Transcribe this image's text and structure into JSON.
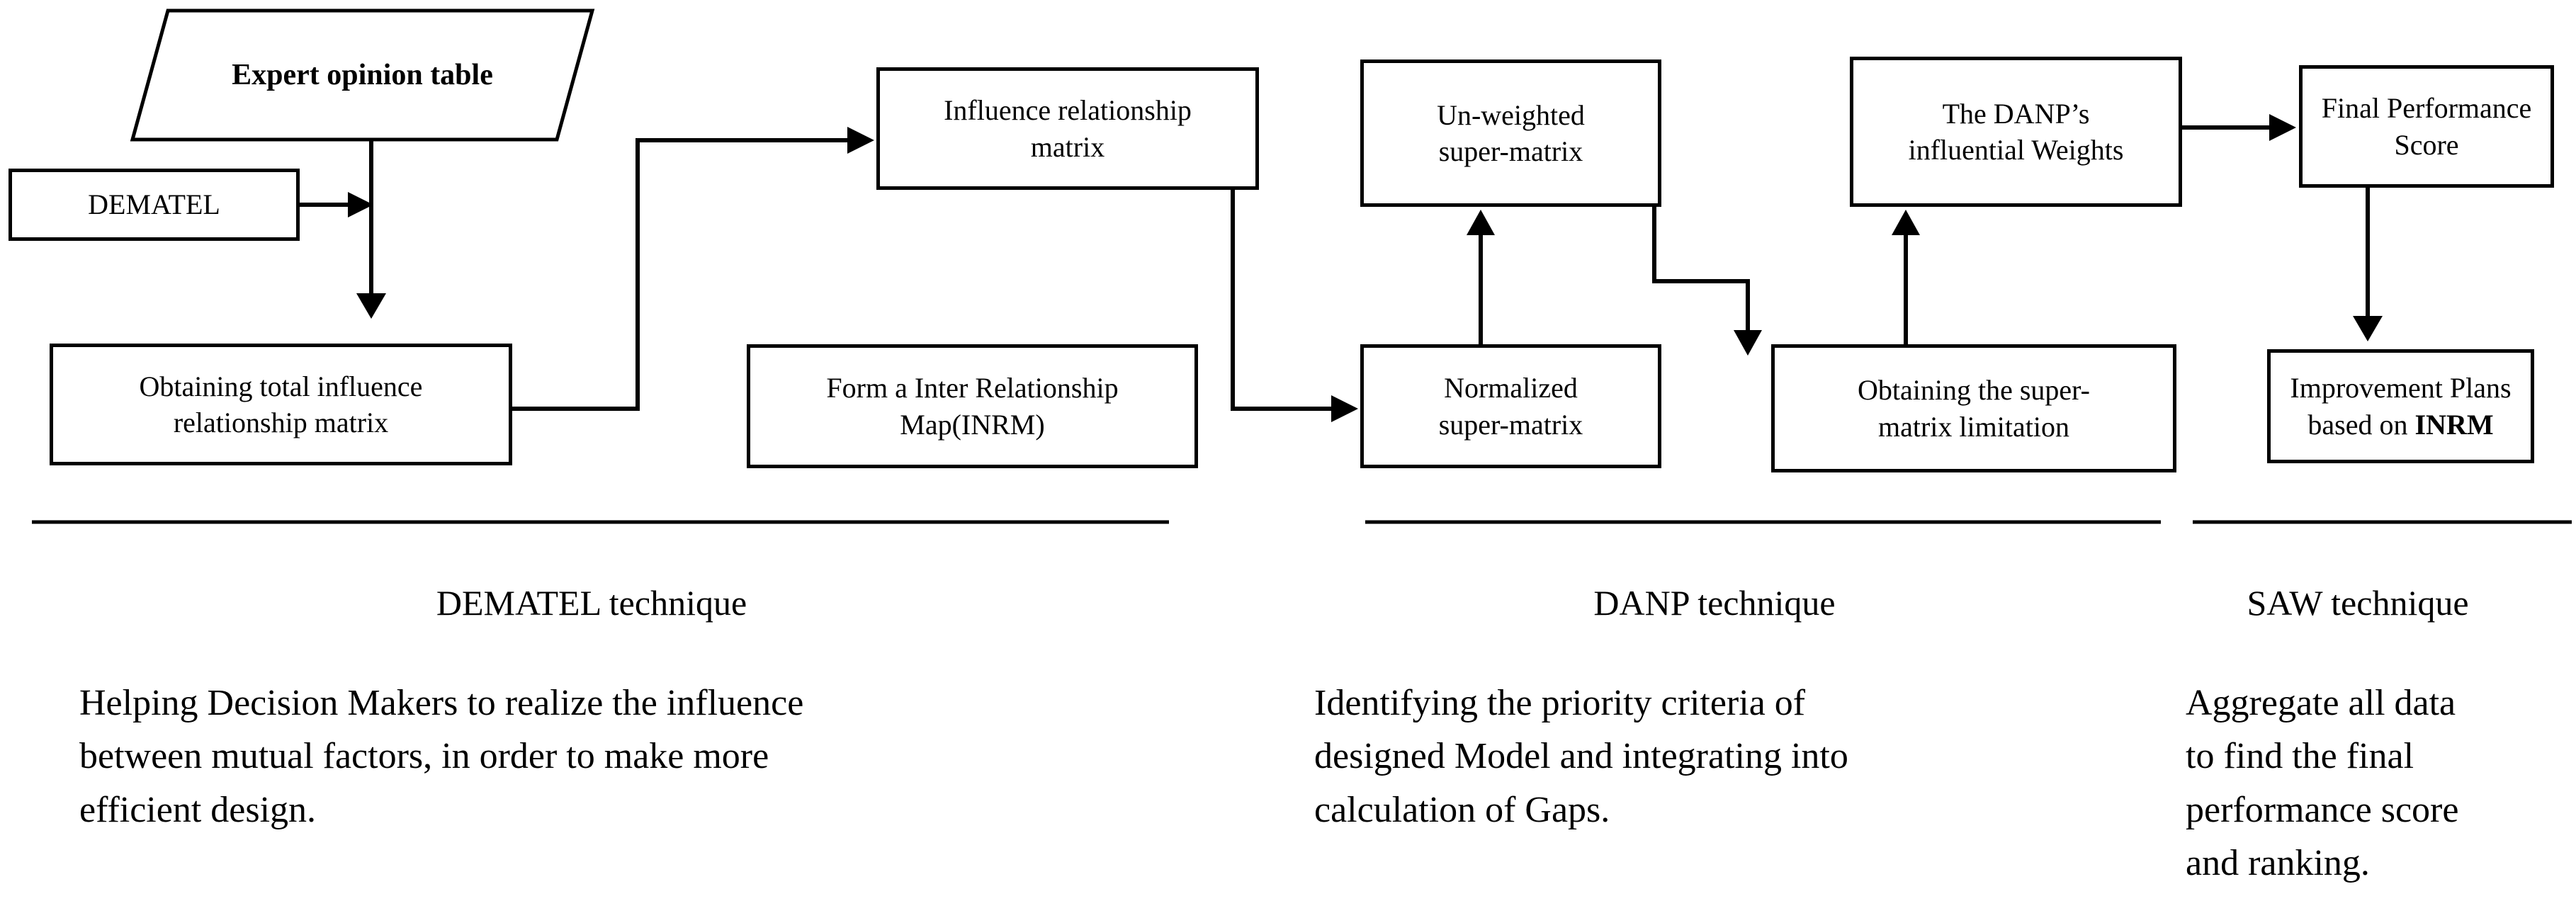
{
  "diagram": {
    "title_hint": "DEMATEL / DANP / SAW methodology flowchart",
    "colors": {
      "line": "#000000",
      "background": "#ffffff",
      "text": "#000000"
    },
    "nodes": {
      "expert_opinion": {
        "label": "Expert opinion table",
        "shape": "parallelogram"
      },
      "dematel": {
        "label": "DEMATEL",
        "shape": "rect"
      },
      "obtaining_total": {
        "label": "Obtaining total influence\nrelationship matrix",
        "shape": "rect"
      },
      "influence_matrix": {
        "label": "Influence relationship\nmatrix",
        "shape": "rect"
      },
      "inrm_map": {
        "label": "Form a Inter Relationship\nMap(INRM)",
        "shape": "rect"
      },
      "unweighted": {
        "label": "Un-weighted\nsuper-matrix",
        "shape": "rect"
      },
      "normalized": {
        "label": "Normalized\nsuper-matrix",
        "shape": "rect"
      },
      "danp_weights": {
        "label": "The DANP’s\ninfluential Weights",
        "shape": "rect"
      },
      "limitation": {
        "label": "Obtaining the super-\nmatrix limitation",
        "shape": "rect"
      },
      "final_score": {
        "label": "Final Performance\nScore",
        "shape": "rect"
      },
      "improvement": {
        "label_prefix": "Improvement Plans\nbased on ",
        "label_bold": "INRM",
        "shape": "rect"
      }
    },
    "edges": [
      "expert_opinion -> obtaining_total",
      "dematel -> expert_opinion_line",
      "obtaining_total -> influence_matrix",
      "obtaining_total -> inrm_map",
      "influence_matrix -> normalized",
      "normalized -> unweighted",
      "unweighted -> limitation",
      "limitation -> danp_weights",
      "danp_weights -> final_score",
      "final_score -> improvement"
    ],
    "sections": [
      {
        "label": "DEMATEL technique",
        "description": "Helping Decision Makers to realize the influence\nbetween mutual factors, in order to make more\nefficient design."
      },
      {
        "label": "DANP technique",
        "description": "Identifying the priority criteria of\ndesigned Model and integrating into\ncalculation of Gaps."
      },
      {
        "label": "SAW technique",
        "description": "Aggregate all data\nto find the final\nperformance score\nand ranking."
      }
    ]
  }
}
